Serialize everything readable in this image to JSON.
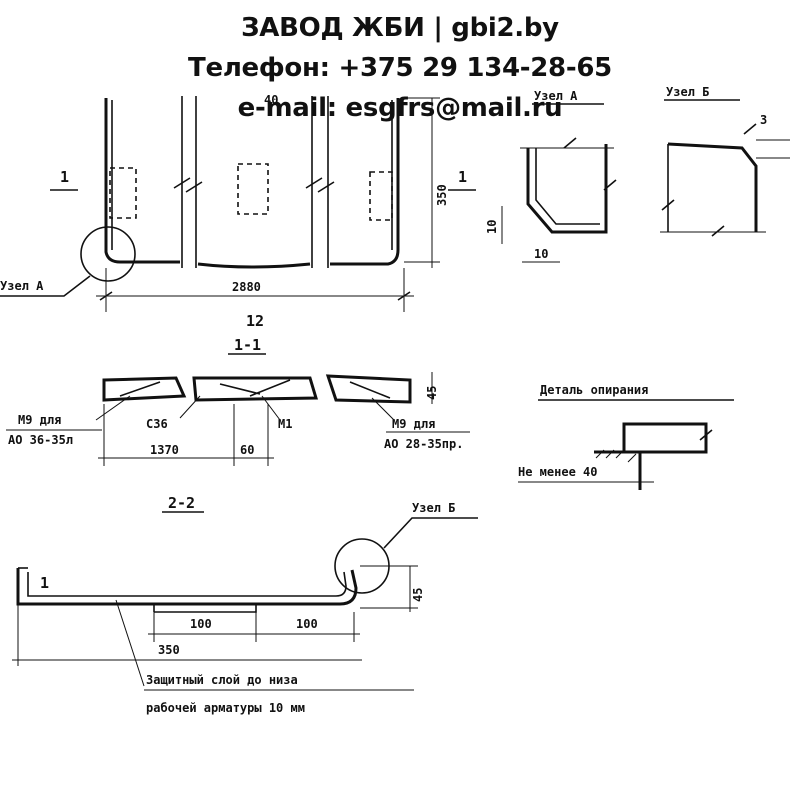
{
  "header": {
    "company": "ЗАВОД ЖБИ | gbi2.by",
    "phone": "Телефон: +375 29 134-28-65",
    "email": "e-mail: esgfrs@mail.ru"
  },
  "drawing": {
    "plan_mark_left": "1",
    "plan_mark_right": "1",
    "node_a_label": "Узел А",
    "plan_length": "2880",
    "plan_total": "12",
    "plan_height": "350",
    "plan_top_dim": "40",
    "section_1_title": "1-1",
    "sec1_left_note_1": "М9 для",
    "sec1_left_note_2": "АО 36-35л",
    "sec1_c36": "С36",
    "sec1_m1": "М1",
    "sec1_right_note_1": "М9 для",
    "sec1_right_note_2": "АО 28-35пр.",
    "sec1_dim_1370": "1370",
    "sec1_dim_60": "60",
    "sec1_dim_45": "45",
    "node_a_detail_title": "Узел А",
    "node_a_dim_10h": "10",
    "node_a_dim_10w": "10",
    "node_b_detail_title": "Узел Б",
    "node_b_dim_3": "3",
    "support_title": "Деталь опирания",
    "support_note": "Не менее 40",
    "section_2_title": "2-2",
    "node_b_label": "Узел Б",
    "sec2_mark": "1",
    "sec2_dim_45": "45",
    "sec2_dim_100a": "100",
    "sec2_dim_100b": "100",
    "sec2_dim_350": "350",
    "cover_note_1": "Защитный слой до низа",
    "cover_note_2": "рабочей арматуры 10 мм"
  }
}
